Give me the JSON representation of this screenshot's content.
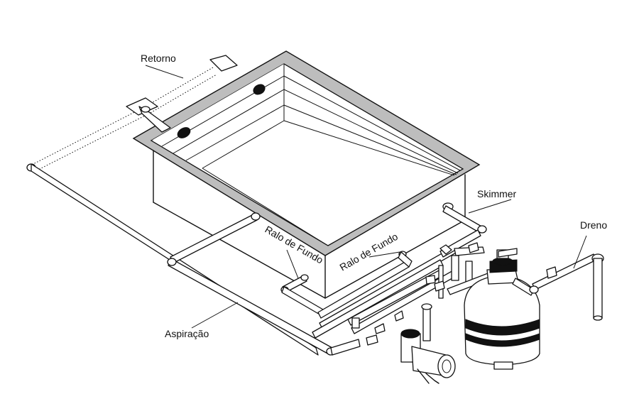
{
  "labels": {
    "retorno": "Retorno",
    "skimmer": "Skimmer",
    "dreno": "Dreno",
    "ralo_de_fundo_left": "Ralo de Fundo",
    "ralo_de_fundo_right": "Ralo de Fundo",
    "aspiracao": "Aspiração"
  },
  "colors": {
    "line": "#111111",
    "pool_rim": "#bdbdbd",
    "pipe_fill": "#ffffff",
    "background": "#ffffff"
  },
  "icons": {
    "filter": "sand-filter-icon",
    "pump": "pump-motor-icon",
    "valve": "multiport-valve-icon"
  }
}
